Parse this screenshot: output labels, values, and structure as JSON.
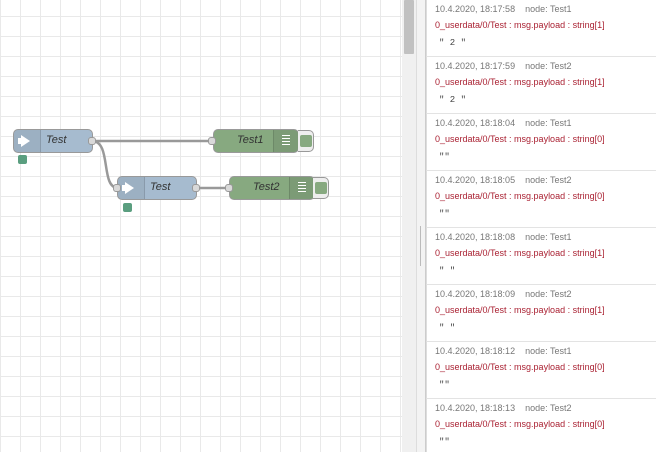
{
  "flow": {
    "nodes": [
      {
        "id": "inject1",
        "type": "inject",
        "label": "Test"
      },
      {
        "id": "debug1",
        "type": "debug",
        "label": "Test1"
      },
      {
        "id": "inject2",
        "type": "inject",
        "label": "Test"
      },
      {
        "id": "debug2",
        "type": "debug",
        "label": "Test2"
      }
    ]
  },
  "debug": {
    "messages": [
      {
        "time": "10.4.2020, 18:17:58",
        "node": "node: Test1",
        "topic": "0_userdata/0/Test : msg.payload : string[1]",
        "value": "\" 2 \""
      },
      {
        "time": "10.4.2020, 18:17:59",
        "node": "node: Test2",
        "topic": "0_userdata/0/Test : msg.payload : string[1]",
        "value": "\" 2 \""
      },
      {
        "time": "10.4.2020, 18:18:04",
        "node": "node: Test1",
        "topic": "0_userdata/0/Test : msg.payload : string[0]",
        "value": "\"\""
      },
      {
        "time": "10.4.2020, 18:18:05",
        "node": "node: Test2",
        "topic": "0_userdata/0/Test : msg.payload : string[0]",
        "value": "\"\""
      },
      {
        "time": "10.4.2020, 18:18:08",
        "node": "node: Test1",
        "topic": "0_userdata/0/Test : msg.payload : string[1]",
        "value": "\" \""
      },
      {
        "time": "10.4.2020, 18:18:09",
        "node": "node: Test2",
        "topic": "0_userdata/0/Test : msg.payload : string[1]",
        "value": "\" \""
      },
      {
        "time": "10.4.2020, 18:18:12",
        "node": "node: Test1",
        "topic": "0_userdata/0/Test : msg.payload : string[0]",
        "value": "\"\""
      },
      {
        "time": "10.4.2020, 18:18:13",
        "node": "node: Test2",
        "topic": "0_userdata/0/Test : msg.payload : string[0]",
        "value": "\"\""
      }
    ]
  },
  "colors": {
    "inject": "#a6bbcf",
    "debug": "#87a980",
    "wire": "#999999",
    "button": "#5a9e7f"
  },
  "icons": {
    "inject": "arrow-right-icon",
    "debug": "list-lines-icon"
  }
}
